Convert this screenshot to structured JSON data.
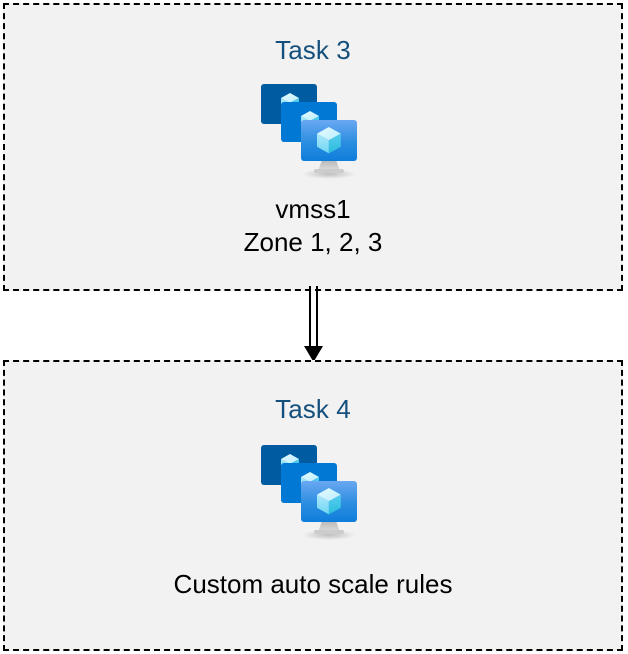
{
  "diagram": {
    "type": "flow",
    "orientation": "vertical",
    "background_color": "#ffffff",
    "box_fill_color": "#f2f2f2",
    "box_border_color": "#000000",
    "box_border_style": "dashed",
    "title_color": "#15507d",
    "caption_color": "#000000",
    "nodes": [
      {
        "id": "task3",
        "title": "Task 3",
        "icon": "virtual-machine-scale-set-icon",
        "captions": [
          "vmss1",
          "Zone 1, 2, 3"
        ]
      },
      {
        "id": "task4",
        "title": "Task 4",
        "icon": "virtual-machine-scale-set-icon",
        "captions": [
          "Custom auto scale rules"
        ]
      }
    ],
    "connectors": [
      {
        "id": "task3-to-task4",
        "from": "task3",
        "to": "task4",
        "style": "double-line",
        "arrowhead": "filled-triangle",
        "color": "#000000",
        "label": ""
      }
    ],
    "icon_palette": {
      "monitor_back": "#005ba1",
      "monitor_middle": "#0078d4",
      "monitor_front_top": "#5ea0ef",
      "monitor_front_bottom": "#0f7ddb",
      "cube_light": "#c3f1ff",
      "cube_mid": "#9cebff",
      "cube_dark": "#32bedd",
      "stand": "#9e9e9e"
    }
  }
}
